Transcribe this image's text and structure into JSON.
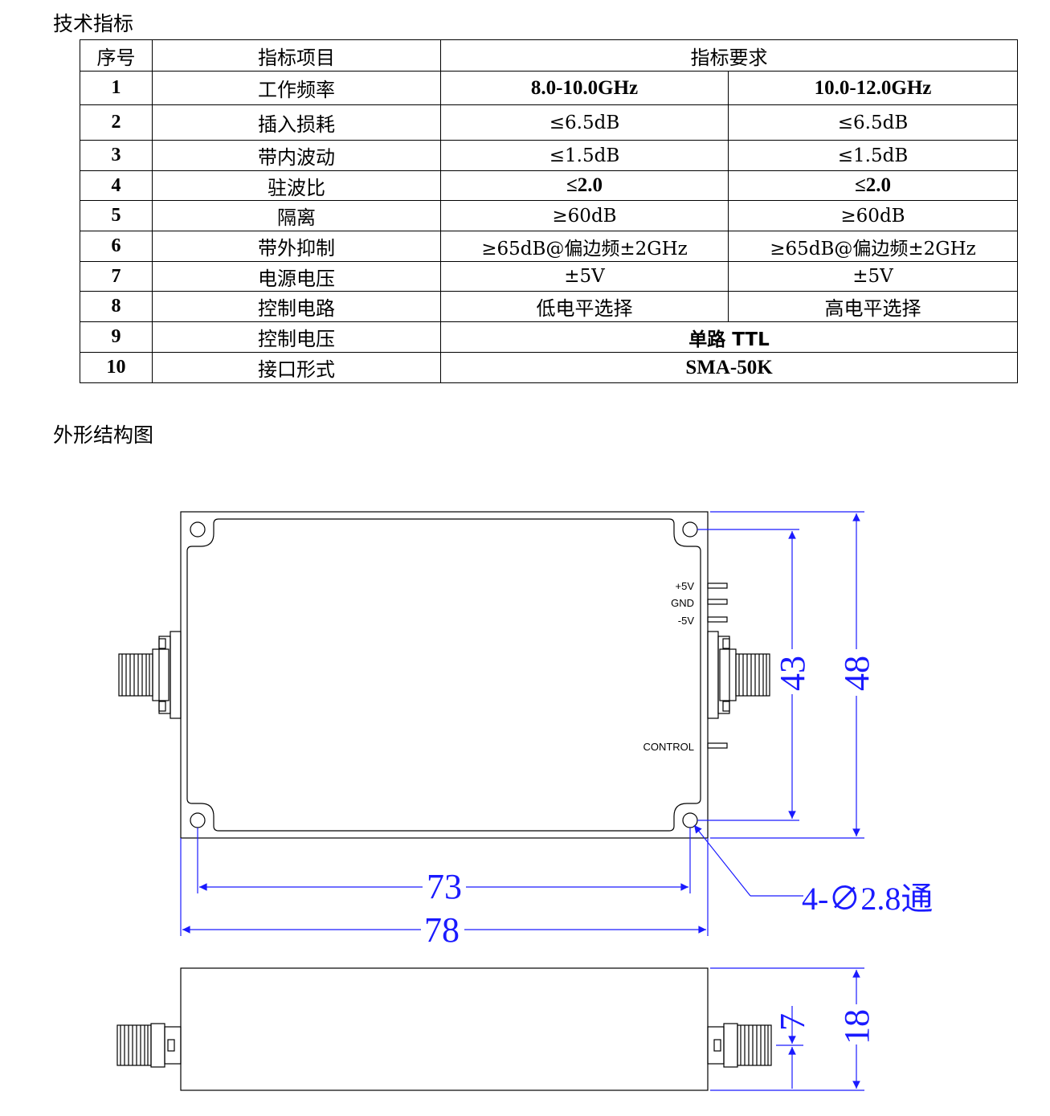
{
  "section1_title": "技术指标",
  "section2_title": "外形结构图",
  "table": {
    "headers": {
      "no": "序号",
      "item": "指标项目",
      "req": "指标要求"
    },
    "rows": [
      {
        "no": "1",
        "item": "工作频率",
        "a": "8.0-10.0GHz",
        "b": "10.0-12.0GHz"
      },
      {
        "no": "2",
        "item": "插入损耗",
        "a": "≤6.5dB",
        "b": "≤6.5dB"
      },
      {
        "no": "3",
        "item": "带内波动",
        "a": "≤1.5dB",
        "b": "≤1.5dB"
      },
      {
        "no": "4",
        "item": "驻波比",
        "a": "≤2.0",
        "b": "≤2.0"
      },
      {
        "no": "5",
        "item": "隔离",
        "a": "≥60dB",
        "b": "≥60dB"
      },
      {
        "no": "6",
        "item": "带外抑制",
        "a": "≥65dB@偏边频±2GHz",
        "b": "≥65dB@偏边频±2GHz"
      },
      {
        "no": "7",
        "item": "电源电压",
        "a": "±5V",
        "b": "±5V"
      },
      {
        "no": "8",
        "item": "控制电路",
        "a": "低电平选择",
        "b": "高电平选择"
      },
      {
        "no": "9",
        "item": "控制电压",
        "merged": "单路 TTL"
      },
      {
        "no": "10",
        "item": "接口形式",
        "merged": "SMA-50K"
      }
    ]
  },
  "drawing": {
    "pin_labels": {
      "p5v": "+5V",
      "gnd": "GND",
      "n5v": "-5V",
      "control": "CONTROL"
    },
    "dims": {
      "width_holes": "73",
      "width_total": "78",
      "height_holes": "43",
      "height_total": "48",
      "holes": "4-∅2.8通",
      "thickness": "18",
      "connector_height": "7"
    },
    "colors": {
      "dimension": "#1a1aff",
      "outline": "#000000"
    }
  }
}
